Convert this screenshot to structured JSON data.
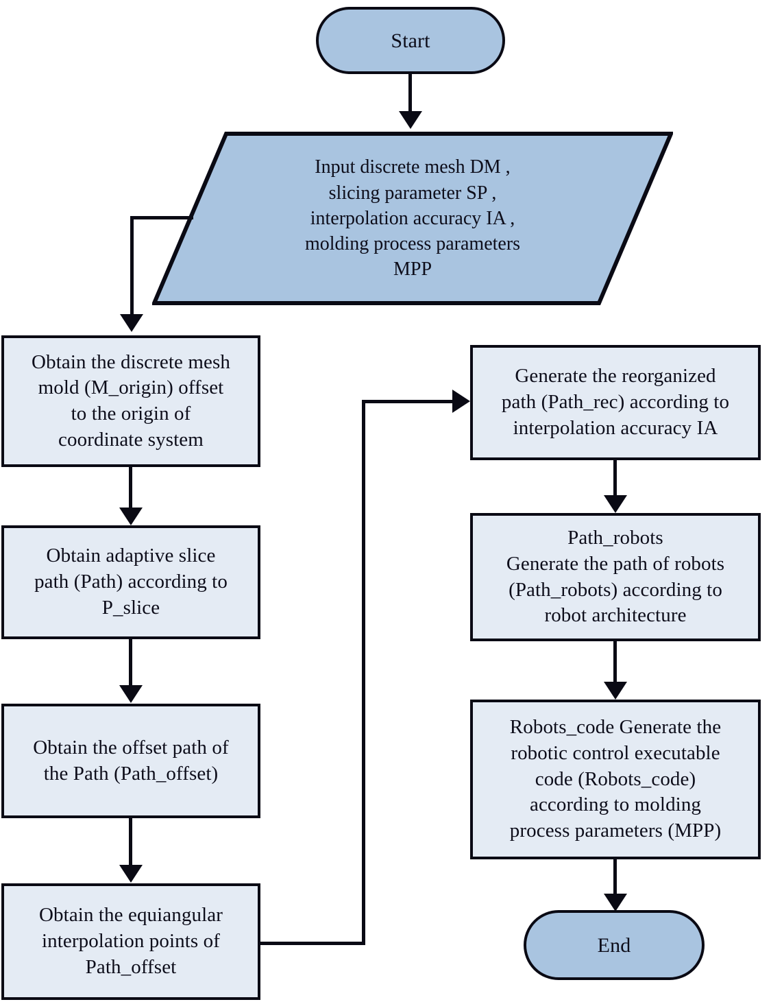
{
  "diagram": {
    "title": "Robotic path-planning and code generation flowchart",
    "colors": {
      "terminator_fill": "#a9c4e0",
      "process_fill": "#e4ebf4",
      "input_fill": "#a9c4e0",
      "stroke": "#0a0a14",
      "background": "#ffffff",
      "text": "#0d0d1a"
    },
    "nodes": {
      "start": {
        "label": "Start",
        "shape": "terminator"
      },
      "input": {
        "label": "Input discrete mesh DM ,\nslicing parameter SP ,\ninterpolation accuracy IA ,\nmolding process parameters\nMPP",
        "shape": "parallelogram"
      },
      "left_1": {
        "label": "Obtain the discrete mesh\nmold (M_origin) offset\nto the origin of\ncoordinate system",
        "shape": "process"
      },
      "left_2": {
        "label": "Obtain adaptive slice\npath (Path) according to\nP_slice",
        "shape": "process"
      },
      "left_3": {
        "label": "Obtain the offset path of\nthe Path (Path_offset)",
        "shape": "process"
      },
      "left_4": {
        "label": "Obtain the equiangular\ninterpolation points of\nPath_offset",
        "shape": "process"
      },
      "right_1": {
        "label": "Generate the reorganized\npath (Path_rec) according to\ninterpolation accuracy IA",
        "shape": "process"
      },
      "right_2": {
        "label": "Path_robots\nGenerate the path of robots\n(Path_robots) according to\nrobot architecture",
        "shape": "process"
      },
      "right_3": {
        "label": "Robots_code Generate the\nrobotic control executable\ncode (Robots_code)\naccording to molding\nprocess parameters (MPP)",
        "shape": "process"
      },
      "end": {
        "label": "End",
        "shape": "terminator"
      }
    },
    "edges": [
      {
        "name": "start-to-input",
        "from": "start",
        "to": "input",
        "style": "straight-down",
        "arrow": "down"
      },
      {
        "name": "input-to-left-1",
        "from": "input",
        "to": "left_1",
        "style": "left-then-down",
        "arrow": "down"
      },
      {
        "name": "left-1-to-left-2",
        "from": "left_1",
        "to": "left_2",
        "style": "straight-down",
        "arrow": "down"
      },
      {
        "name": "left-2-to-left-3",
        "from": "left_2",
        "to": "left_3",
        "style": "straight-down",
        "arrow": "down"
      },
      {
        "name": "left-3-to-left-4",
        "from": "left_3",
        "to": "left_4",
        "style": "straight-down",
        "arrow": "down"
      },
      {
        "name": "left-4-to-right-1",
        "from": "left_4",
        "to": "right_1",
        "style": "right-up-right",
        "arrow": "right"
      },
      {
        "name": "right-1-to-right-2",
        "from": "right_1",
        "to": "right_2",
        "style": "straight-down",
        "arrow": "down"
      },
      {
        "name": "right-2-to-right-3",
        "from": "right_2",
        "to": "right_3",
        "style": "straight-down",
        "arrow": "down"
      },
      {
        "name": "right-3-to-end",
        "from": "right_3",
        "to": "end",
        "style": "straight-down",
        "arrow": "down"
      }
    ]
  }
}
